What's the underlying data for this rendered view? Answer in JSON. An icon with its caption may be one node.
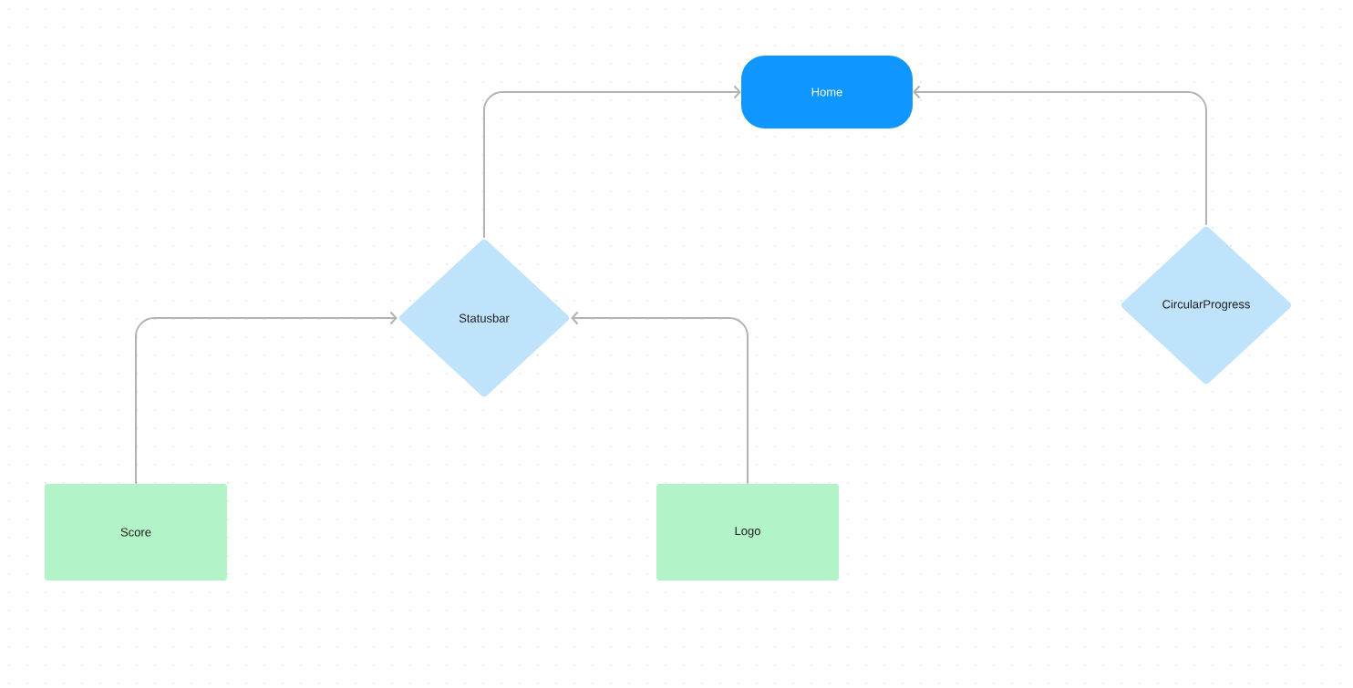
{
  "diagram": {
    "nodes": [
      {
        "text": [
          "Home"
        ]
      },
      {
        "text": [
          "Statusbar"
        ]
      },
      {
        "text": [
          "CircularProgress"
        ]
      },
      {
        "text": [
          "Score"
        ]
      },
      {
        "text": [
          "Logo"
        ]
      }
    ],
    "edges": [
      {
        "from": 1,
        "to": 0,
        "arrow": "to"
      },
      {
        "from": 2,
        "to": 0,
        "arrow": "to"
      },
      {
        "from": 3,
        "to": 1,
        "arrow": "to"
      },
      {
        "from": 4,
        "to": 1,
        "arrow": "to"
      }
    ]
  }
}
